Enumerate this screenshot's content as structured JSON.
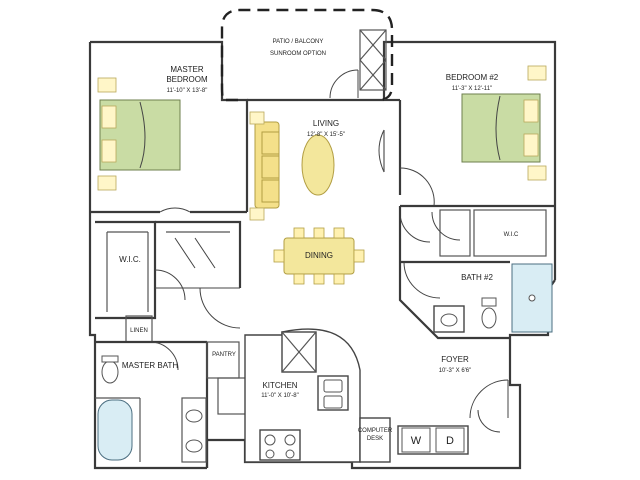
{
  "rooms": {
    "patio": {
      "line1": "PATIO / BALCONY",
      "line2": "SUNROOM OPTION"
    },
    "master_bedroom": {
      "line1": "MASTER",
      "line2": "BEDROOM",
      "dims": "11'-10\" X 13'-8\""
    },
    "bedroom2": {
      "name": "BEDROOM #2",
      "dims": "11'-3\" X 12'-11\""
    },
    "living": {
      "name": "LIVING",
      "dims": "12'-8\" X 15'-5\""
    },
    "dining": {
      "name": "DINING"
    },
    "wic_left": {
      "name": "W.I.C."
    },
    "wic_right": {
      "name": "W.I.C"
    },
    "bath2": {
      "name": "BATH #2"
    },
    "linen": {
      "name": "LINEN"
    },
    "master_bath": {
      "name": "MASTER BATH"
    },
    "pantry": {
      "name": "PANTRY"
    },
    "kitchen": {
      "name": "KITCHEN",
      "dims": "11'-0\" X 10'-8\""
    },
    "foyer": {
      "name": "FOYER",
      "dims": "10'-3\" X 6'6\""
    },
    "computer_desk": {
      "line1": "COMPUTER",
      "line2": "DESK"
    },
    "washer": {
      "label": "W"
    },
    "dryer": {
      "label": "D"
    }
  },
  "colors": {
    "bed": "#c9dca4",
    "sofa": "#f4e08a",
    "walls": "#3a3a3a",
    "background": "#ffffff"
  }
}
